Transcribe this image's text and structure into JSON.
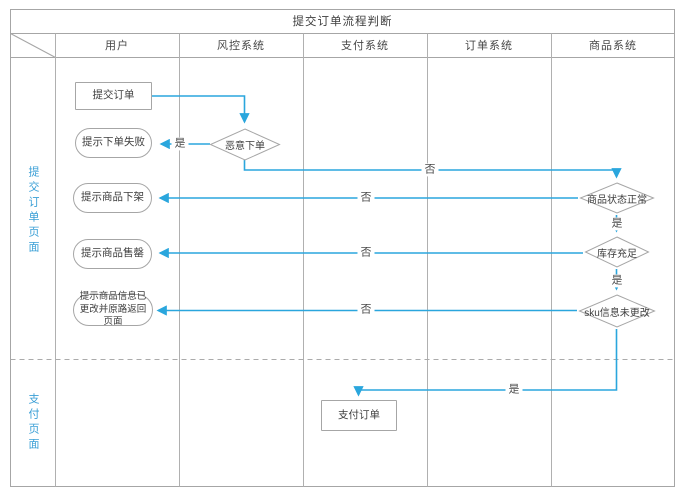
{
  "title": "提交订单流程判断",
  "lanes": [
    {
      "label": "用户"
    },
    {
      "label": "风控系统"
    },
    {
      "label": "支付系统"
    },
    {
      "label": "订单系统"
    },
    {
      "label": "商品系统"
    }
  ],
  "sections": [
    {
      "label": "提交订单页面"
    },
    {
      "label": "支付页面"
    }
  ],
  "nodes": {
    "submit_order": {
      "label": "提交订单",
      "type": "process"
    },
    "order_fail": {
      "label": "提示下单失败",
      "type": "terminator"
    },
    "malicious_check": {
      "label": "恶意下单",
      "type": "decision"
    },
    "product_off_shelf": {
      "label": "提示商品下架",
      "type": "terminator"
    },
    "product_sold_out": {
      "label": "提示商品售罄",
      "type": "terminator"
    },
    "product_info_changed": {
      "label": "提示商品信息已更改并原路返回页面",
      "type": "terminator"
    },
    "product_status_ok": {
      "label": "商品状态正常",
      "type": "decision"
    },
    "stock_sufficient": {
      "label": "库存充足",
      "type": "decision"
    },
    "sku_unchanged": {
      "label": "sku信息未更改",
      "type": "decision"
    },
    "pay_order": {
      "label": "支付订单",
      "type": "process"
    }
  },
  "edge_labels": {
    "malicious_yes": "是",
    "malicious_no": "否",
    "status_no": "否",
    "status_yes": "是",
    "stock_no": "否",
    "stock_yes": "是",
    "sku_no": "否",
    "sku_yes": "是"
  },
  "colors": {
    "accent": "#2aa6dd",
    "border": "#a6a6a6",
    "grid": "#b0b0b0",
    "section_label": "#3a9fd6"
  }
}
